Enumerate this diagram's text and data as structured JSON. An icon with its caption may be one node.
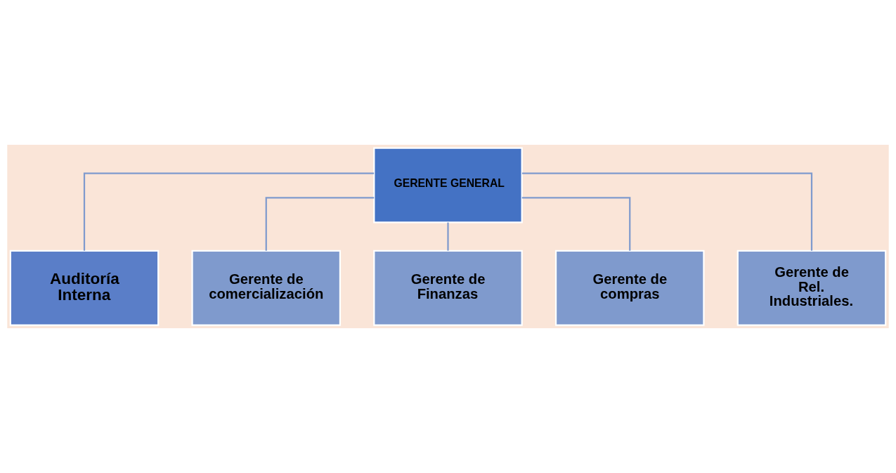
{
  "diagram": {
    "nodes": [
      {
        "text": [
          "GERENTE GENERAL"
        ]
      },
      {
        "text": [
          "Auditoría Interna"
        ]
      },
      {
        "text": [
          "Gerente de comercialización"
        ]
      },
      {
        "text": [
          "Gerente de Finanzas"
        ]
      },
      {
        "text": [
          "Gerente de compras"
        ]
      },
      {
        "text": [
          "Gerente de Rel. Industriales."
        ]
      }
    ],
    "edges": [
      {
        "from": 0,
        "to": 1,
        "arrow": "none"
      },
      {
        "from": 0,
        "to": 2,
        "arrow": "none"
      },
      {
        "from": 0,
        "to": 3,
        "arrow": "none"
      },
      {
        "from": 0,
        "to": 4,
        "arrow": "none"
      },
      {
        "from": 0,
        "to": 5,
        "arrow": "none"
      }
    ]
  }
}
